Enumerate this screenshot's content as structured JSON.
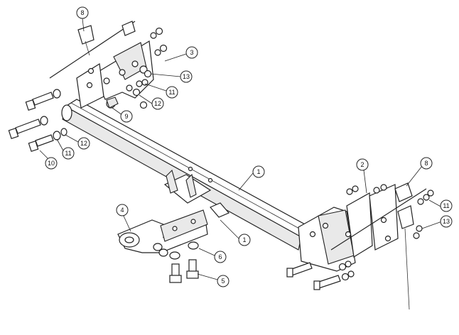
{
  "callouts": {
    "c1a": "1",
    "c1b": "1",
    "c2": "2",
    "c3": "3",
    "c4": "4",
    "c5": "5",
    "c6": "6",
    "c8a": "8",
    "c8b": "8",
    "c9": "9",
    "c10": "10",
    "c11a": "11",
    "c11b": "11",
    "c11c": "11",
    "c12a": "12",
    "c12b": "12",
    "c13a": "13",
    "c13b": "13"
  }
}
